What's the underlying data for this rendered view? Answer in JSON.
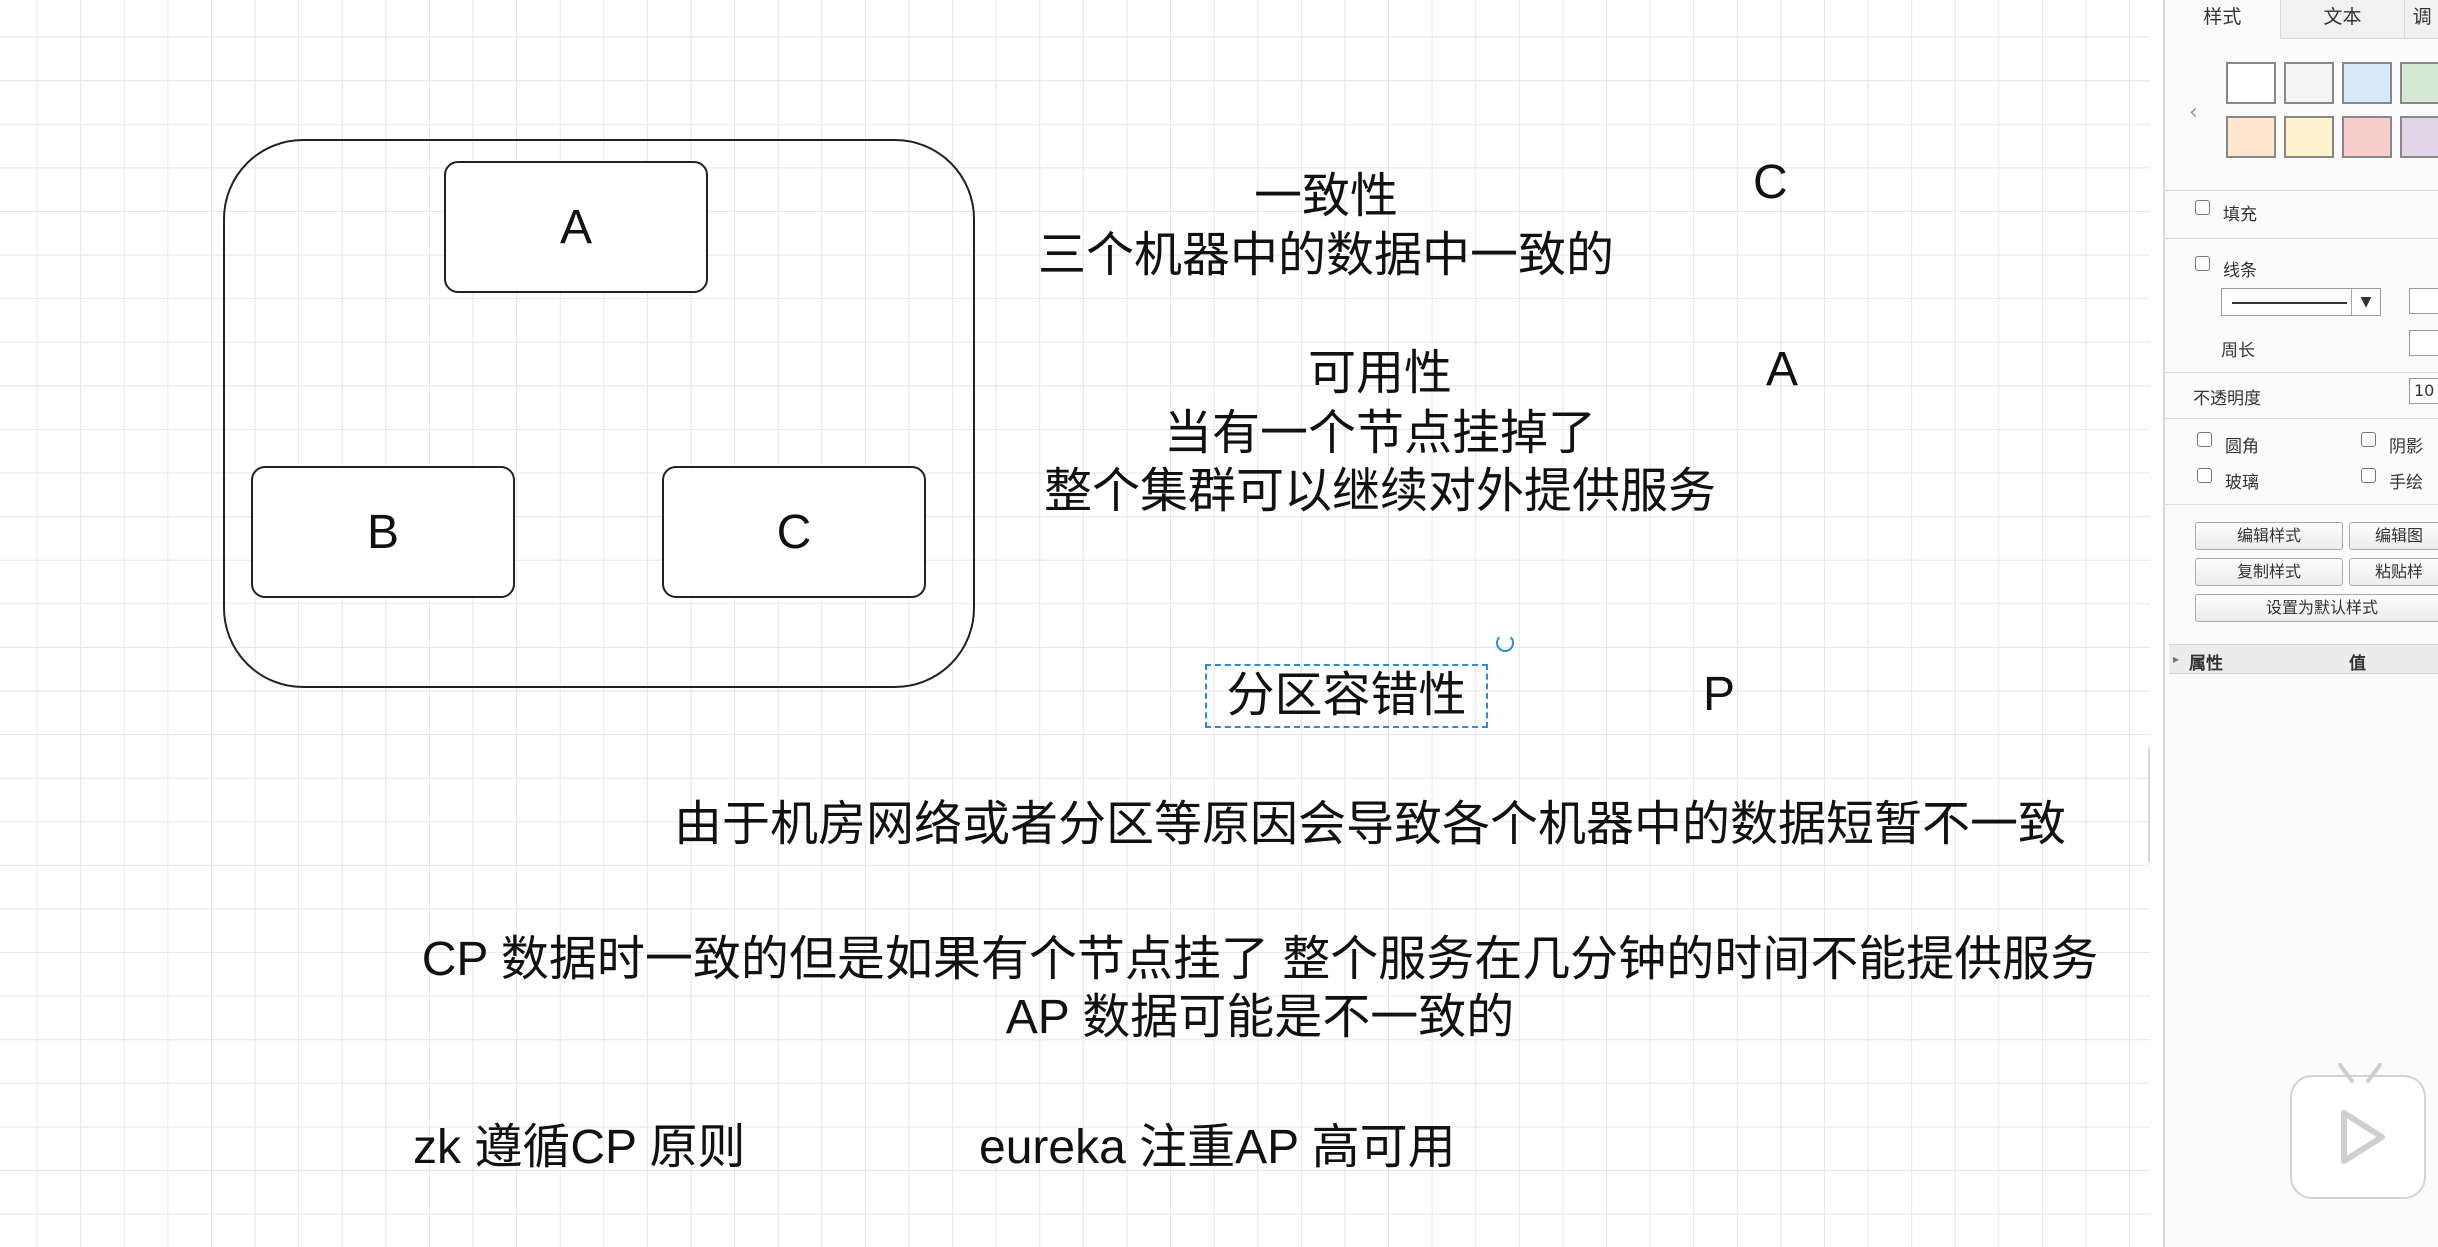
{
  "diagram": {
    "nodes": {
      "a": "A",
      "b": "B",
      "c": "C"
    },
    "consistency": {
      "title": "一致性",
      "desc": "三个机器中的数据中一致的",
      "letter": "C"
    },
    "availability": {
      "title": "可用性",
      "line1": "当有一个节点挂掉了",
      "line2": "整个集群可以继续对外提供服务",
      "letter": "A"
    },
    "partition": {
      "title": "分区容错性",
      "letter": "P",
      "desc": "由于机房网络或者分区等原因会导致各个机器中的数据短暂不一致"
    },
    "cp_line": "CP 数据时一致的但是如果有个节点挂了 整个服务在几分钟的时间不能提供服务",
    "ap_line": "AP 数据可能是不一致的",
    "zk_line": "zk 遵循CP 原则",
    "eureka_line": "eureka 注重AP 高可用"
  },
  "panel": {
    "tabs": [
      "样式",
      "文本",
      "调"
    ],
    "swatch_colors": [
      "#ffffff",
      "#f5f5f5",
      "#dae8fc",
      "#d5e8d4",
      "#ffe6cc",
      "#fff2cc",
      "#f8cecc",
      "#e1d5e7"
    ],
    "fill_label": "填充",
    "line_label": "线条",
    "perimeter_label": "周长",
    "opacity_label": "不透明度",
    "opacity_value": "10",
    "rounded_label": "圆角",
    "shadow_label": "阴影",
    "glass_label": "玻璃",
    "sketch_label": "手绘",
    "btn_edit_style": "编辑样式",
    "btn_edit_image": "编辑图",
    "btn_copy_style": "复制样式",
    "btn_paste_style": "粘贴样",
    "btn_set_default": "设置为默认样式",
    "prop_col1": "属性",
    "prop_col2": "值"
  }
}
